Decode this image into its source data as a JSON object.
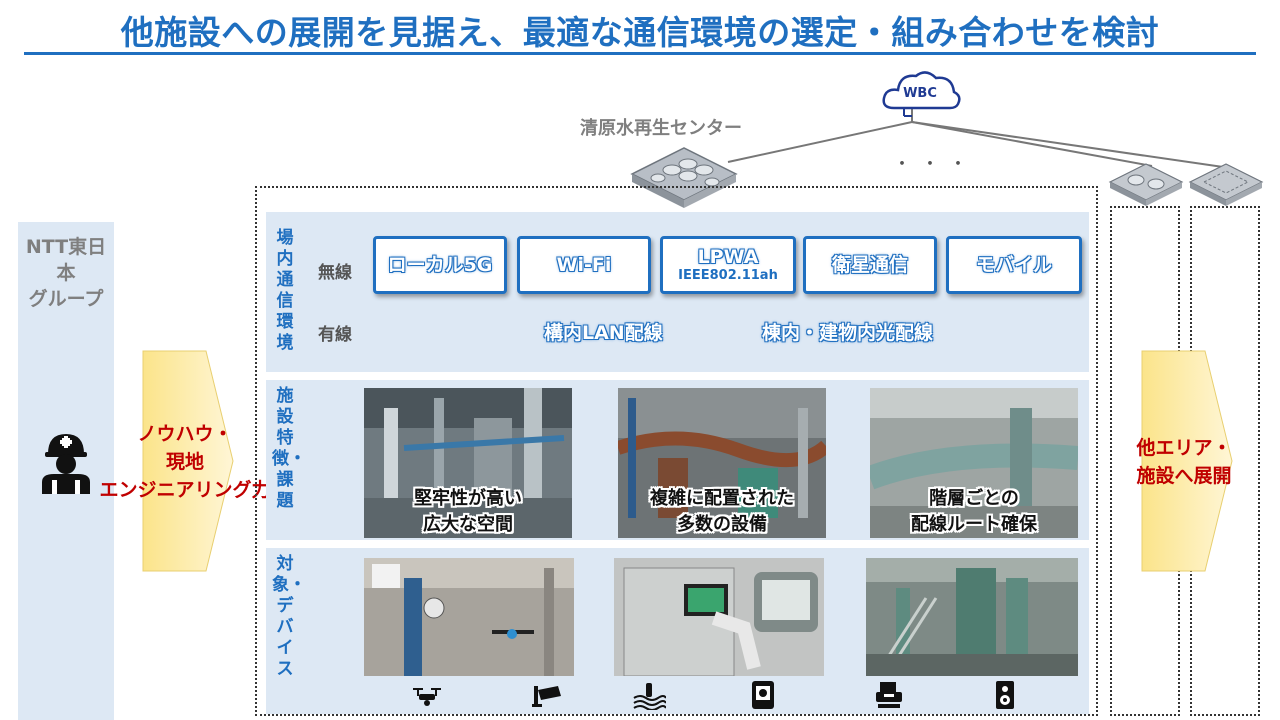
{
  "title": "他施設への展開を見据え、最適な通信環境の選定・組み合わせを検討",
  "left": {
    "group_label_line1": "NTT東日本",
    "group_label_line2": "グループ",
    "arrow_line1": "ノウハウ・",
    "arrow_line2": "現地",
    "arrow_line3": "エンジニアリング力"
  },
  "site": {
    "name": "清原水再生センター",
    "dots": "・・・",
    "cloud": "WBC"
  },
  "comm": {
    "band_label": "場内通信環境",
    "wireless_label": "無線",
    "wired_label": "有線",
    "wireless_items": [
      {
        "main": "ローカル5G",
        "sub": ""
      },
      {
        "main": "Wi-Fi",
        "sub": ""
      },
      {
        "main": "LPWA",
        "sub": "IEEE802.11ah"
      },
      {
        "main": "衛星通信",
        "sub": ""
      },
      {
        "main": "モバイル",
        "sub": ""
      }
    ],
    "wired_items": [
      "構内LAN配線",
      "棟内・建物内光配線"
    ]
  },
  "facility": {
    "band_label": "施設特徴・課題",
    "photos": [
      {
        "line1": "堅牢性が高い",
        "line2": "広大な空間"
      },
      {
        "line1": "複雑に配置された",
        "line2": "多数の設備"
      },
      {
        "line1": "階層ごとの",
        "line2": "配線ルート確保"
      }
    ]
  },
  "devices": {
    "band_label": "対象・デバイス",
    "icons": [
      "drone-icon",
      "security-camera-icon",
      "water-sensor-icon",
      "monitor-camera-icon",
      "printer-robot-icon",
      "speaker-icon"
    ]
  },
  "right": {
    "arrow_line1": "他エリア・",
    "arrow_line2": "施設へ展開"
  },
  "colors": {
    "accent": "#1f6fc0",
    "band": "#dde8f4",
    "arrow_fill": "#fdeeb0",
    "arrow_text": "#c00000"
  }
}
